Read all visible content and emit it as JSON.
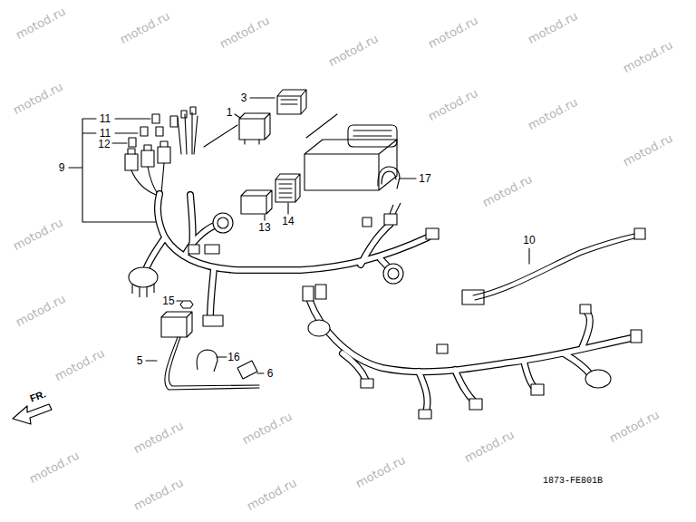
{
  "diagram": {
    "labels": [
      "3",
      "1",
      "11",
      "11",
      "12",
      "9",
      "17",
      "13",
      "14",
      "10",
      "15",
      "5",
      "16",
      "6",
      "FR.",
      "1873-FE801B",
      "motod.ru",
      "motod.ru",
      "motod.ru",
      "motod.ru",
      "motod.ru",
      "motod.ru",
      "motod.ru",
      "motod.ru",
      "motod.ru",
      "motod.ru",
      "motod.ru",
      "motod.ru",
      "motod.ru",
      "motod.ru",
      "motod.ru",
      "motod.ru",
      "motod.ru",
      "motod.ru",
      "motod.ru",
      "motod.ru",
      "motod.ru",
      "motod.ru",
      "motod.ru"
    ]
  }
}
